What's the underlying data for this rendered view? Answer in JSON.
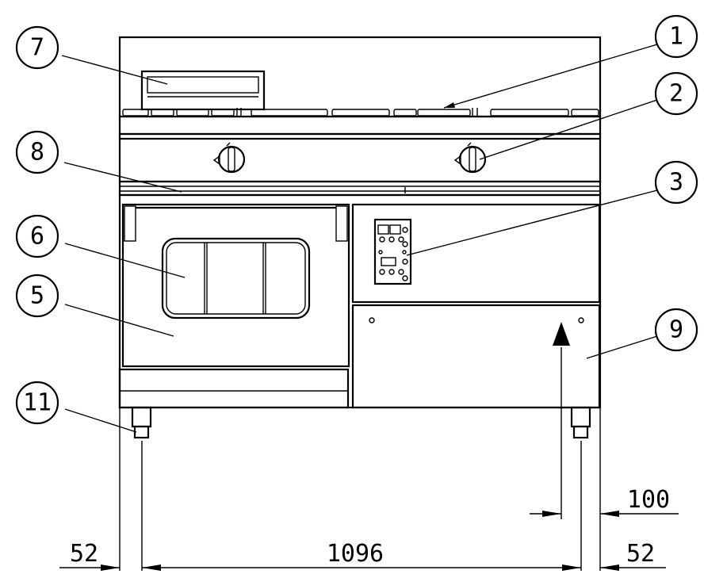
{
  "callouts": [
    {
      "id": "callout-1",
      "text": "1"
    },
    {
      "id": "callout-2",
      "text": "2"
    },
    {
      "id": "callout-3",
      "text": "3"
    },
    {
      "id": "callout-5",
      "text": "5"
    },
    {
      "id": "callout-6",
      "text": "6"
    },
    {
      "id": "callout-7",
      "text": "7"
    },
    {
      "id": "callout-8",
      "text": "8"
    },
    {
      "id": "callout-9",
      "text": "9"
    },
    {
      "id": "callout-11",
      "text": "11"
    }
  ],
  "dimensions": {
    "left_offset": "52",
    "feet_spacing": "1096",
    "right_offset": "52",
    "right_inset": "100"
  }
}
